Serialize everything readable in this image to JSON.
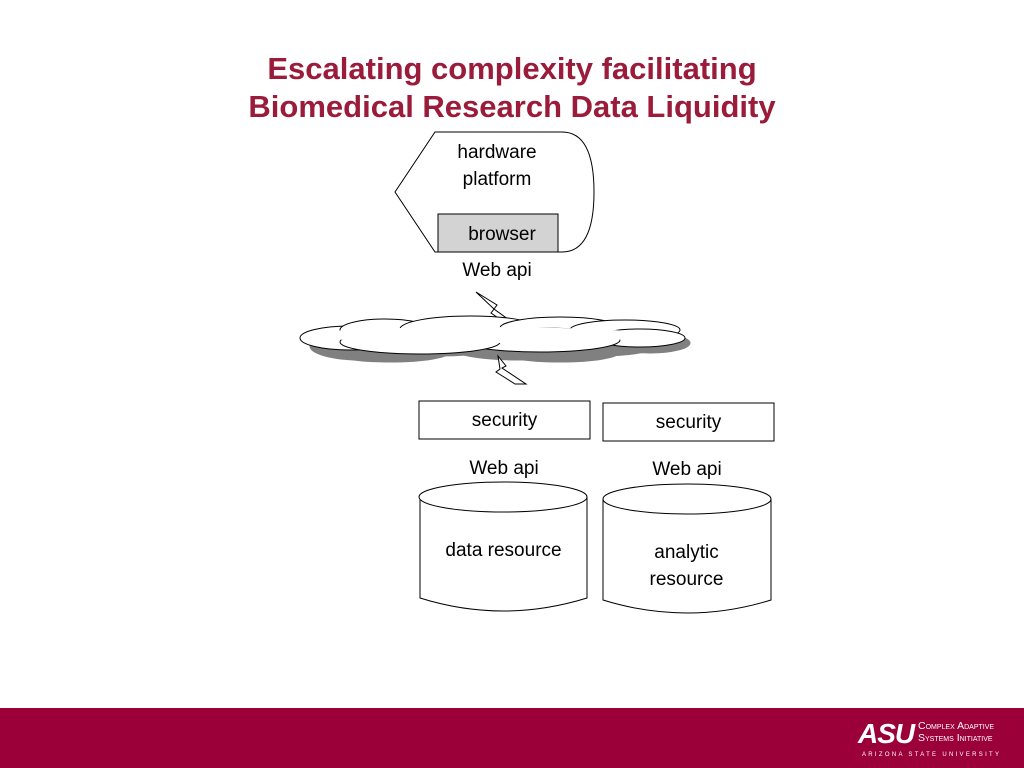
{
  "slide": {
    "title_line1": "Escalating complexity facilitating",
    "title_line2": "Biomedical Research Data Liquidity"
  },
  "diagram": {
    "client": {
      "platform_label_line1": "hardware",
      "platform_label_line2": "platform",
      "browser_label": "browser",
      "web_api_label": "Web api"
    },
    "network": {
      "shape": "cloud-icon"
    },
    "resources": [
      {
        "security_label": "security",
        "web_api_label": "Web api",
        "resource_label_line1": "data resource",
        "resource_label_line2": ""
      },
      {
        "security_label": "security",
        "web_api_label": "Web api",
        "resource_label_line1": "analytic",
        "resource_label_line2": "resource"
      }
    ]
  },
  "footer": {
    "logo_text": "ASU",
    "initiative_line1": "Complex Adaptive",
    "initiative_line2": "Systems Initiative",
    "university": "ARIZONA STATE UNIVERSITY"
  },
  "colors": {
    "title": "#9b1b3b",
    "footer_band": "#9b0039",
    "browser_fill": "#d3d3d3",
    "cloud_shadow": "#808080"
  }
}
